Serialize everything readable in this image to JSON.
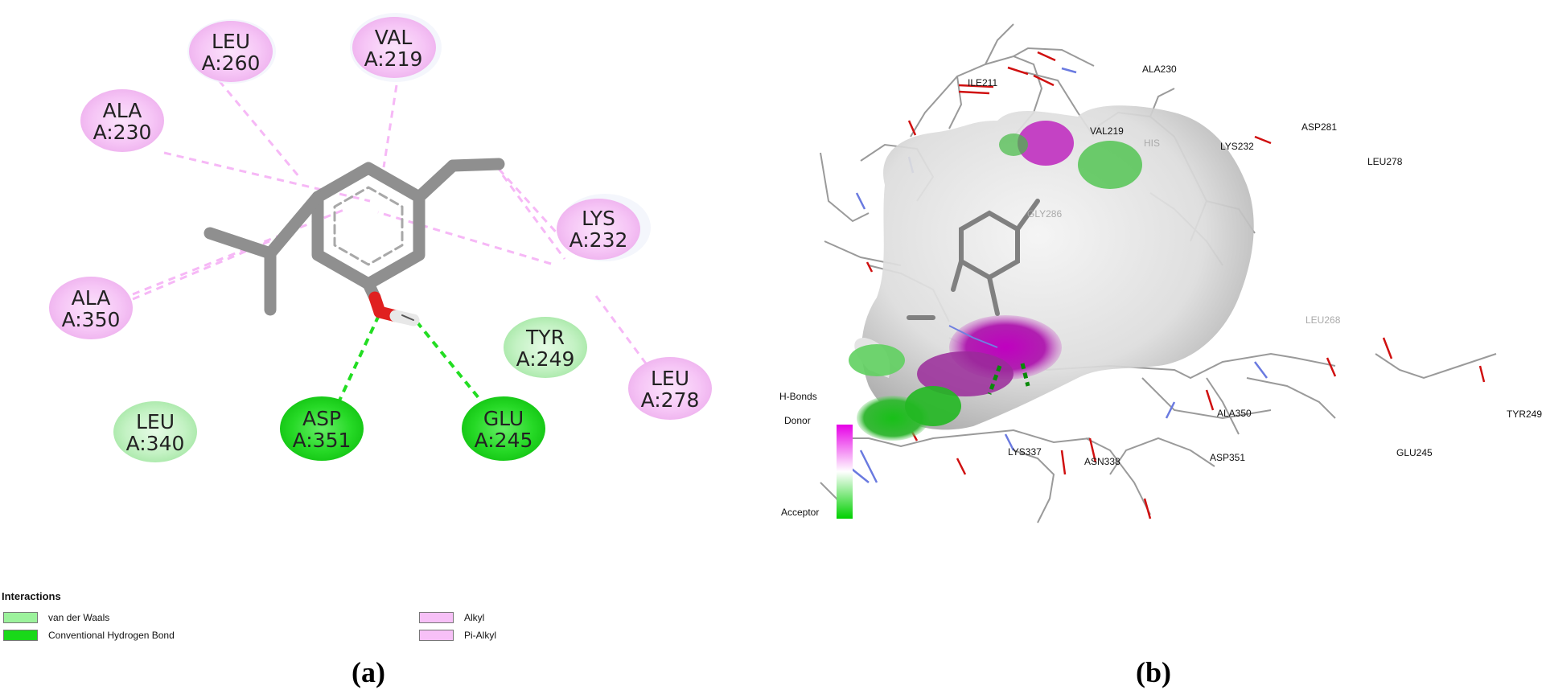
{
  "panel_a": {
    "caption": "(a)",
    "residues": [
      {
        "id": "leu260",
        "name": "LEU",
        "num": "A:260",
        "kind": "alkyl"
      },
      {
        "id": "val219",
        "name": "VAL",
        "num": "A:219",
        "kind": "alkyl"
      },
      {
        "id": "ala230",
        "name": "ALA",
        "num": "A:230",
        "kind": "alkyl"
      },
      {
        "id": "lys232",
        "name": "LYS",
        "num": "A:232",
        "kind": "alkyl"
      },
      {
        "id": "ala350",
        "name": "ALA",
        "num": "A:350",
        "kind": "alkyl"
      },
      {
        "id": "tyr249",
        "name": "TYR",
        "num": "A:249",
        "kind": "vdw"
      },
      {
        "id": "leu278",
        "name": "LEU",
        "num": "A:278",
        "kind": "alkyl"
      },
      {
        "id": "leu340",
        "name": "LEU",
        "num": "A:340",
        "kind": "vdw"
      },
      {
        "id": "asp351",
        "name": "ASP",
        "num": "A:351",
        "kind": "hbond"
      },
      {
        "id": "glu245",
        "name": "GLU",
        "num": "A:245",
        "kind": "hbond"
      }
    ],
    "legend": {
      "title": "Interactions",
      "items": [
        {
          "label": "van der Waals",
          "color": "#9cf29c"
        },
        {
          "label": "Conventional Hydrogen Bond",
          "color": "#19d819"
        },
        {
          "label": "Alkyl",
          "color": "#f7c0f7"
        },
        {
          "label": "Pi-Alkyl",
          "color": "#f7c0f7"
        }
      ]
    }
  },
  "panel_b": {
    "caption": "(b)",
    "residue_labels": [
      "ILE211",
      "ALA230",
      "VAL219",
      "HIS",
      "LYS232",
      "ASP281",
      "LEU278",
      "GLY286",
      "LEU268",
      "ALA350",
      "TYR249",
      "LYS337",
      "ASN338",
      "ASP351",
      "GLU245"
    ],
    "hbond_scale": {
      "title": "H-Bonds",
      "top": "Donor",
      "bottom": "Acceptor",
      "donor_color": "#e600e6",
      "acceptor_color": "#00d000"
    }
  },
  "colors": {
    "alkyl": "#f7c8f7",
    "vdw": "#c0f2c0",
    "hbond": "#22dd22",
    "carbon": "#8f8f8f",
    "oxygen": "#e02020"
  }
}
